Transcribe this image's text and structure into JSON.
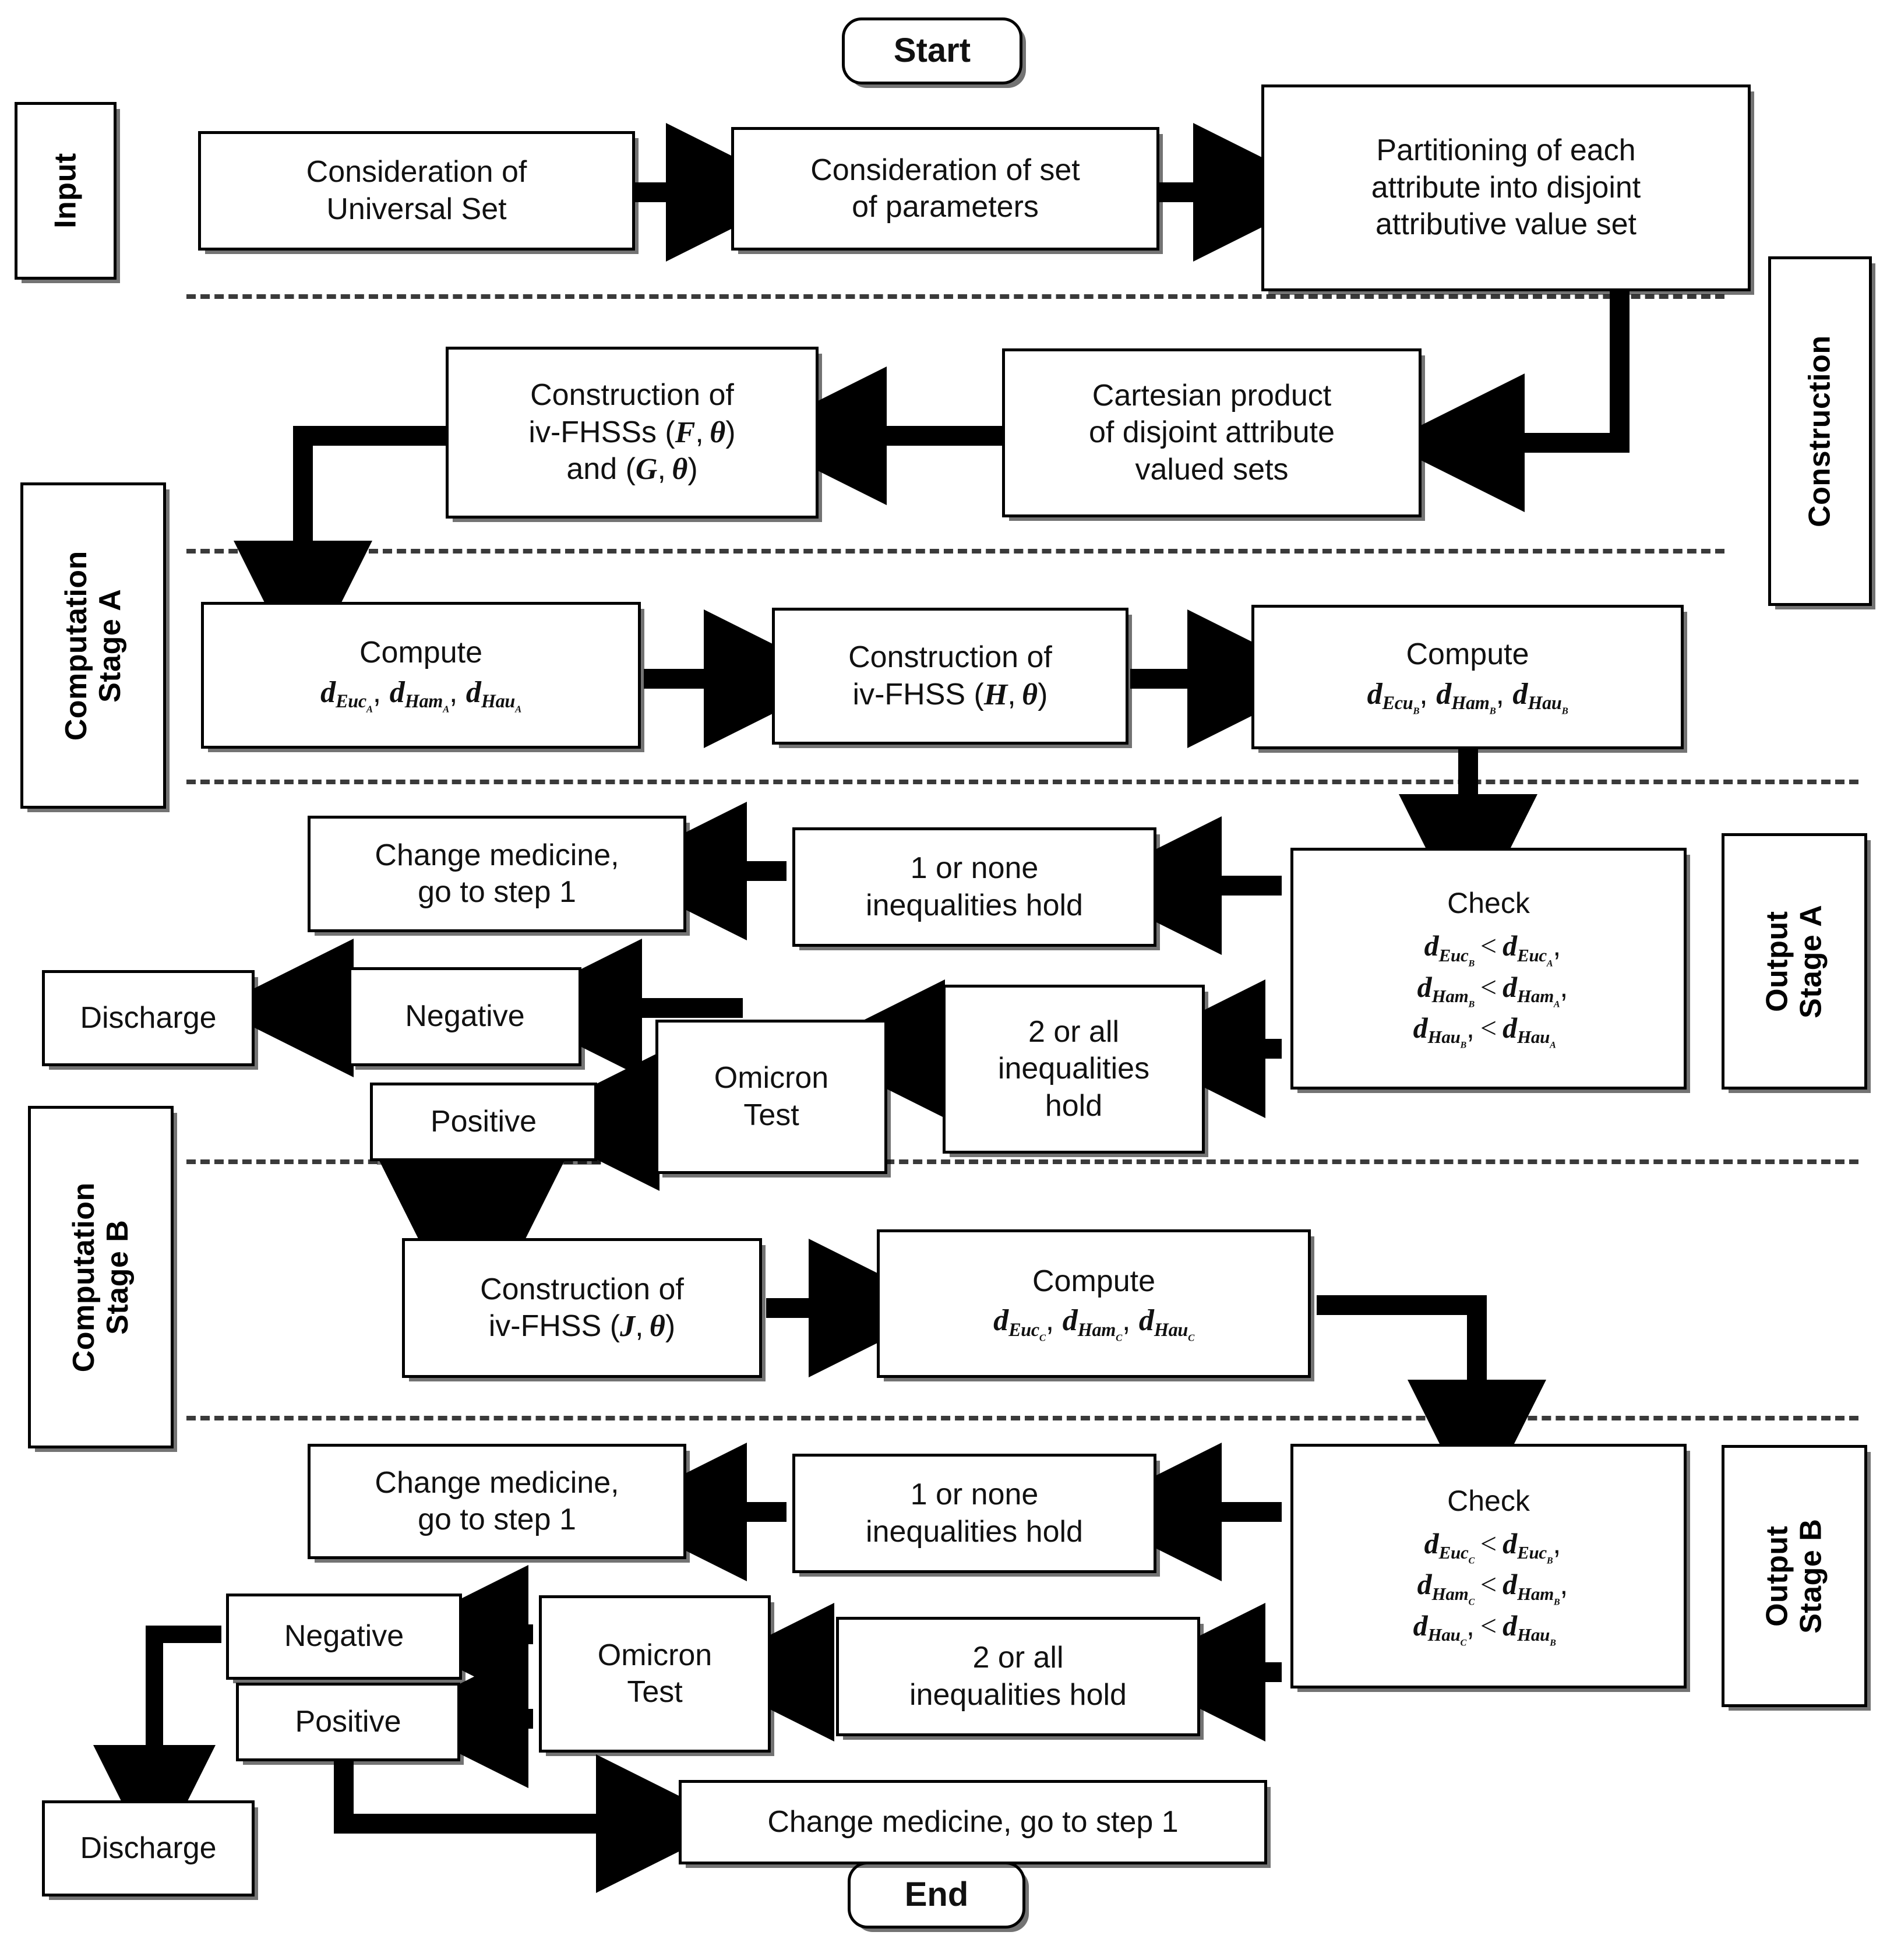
{
  "diagram": {
    "title": "iv-FHSS COVID/Omicron diagnosis decision flowchart",
    "terminators": {
      "start": "Start",
      "end": "End"
    },
    "band_labels": {
      "input": "Input",
      "construction": "Construction",
      "computation_stage_a": "Computation\nStage A",
      "output_stage_a": "Output\nStage A",
      "computation_stage_b": "Computation\nStage B",
      "output_stage_b": "Output\nStage B"
    },
    "nodes": {
      "universal_set": "Consideration of\nUniversal Set",
      "parameters": "Consideration of set\nof parameters",
      "partitioning": "Partitioning of each\nattribute into disjoint\nattributive value set",
      "cartesian": "Cartesian product\nof disjoint attribute\nvalued sets",
      "construct_fg_line1": "Construction of",
      "construct_fg_line2": "iv-FHSSs (F, θ)",
      "construct_fg_line3": "and (G, θ)",
      "compute_a_title": "Compute",
      "compute_a_expr": "d_Euc_A , d_Ham_A , d_Hau_A",
      "construct_h_line1": "Construction of",
      "construct_h_line2": "iv-FHSS (H, θ)",
      "compute_b_title": "Compute",
      "compute_b_expr": "d_Ecu_B , d_Ham_B , d_Hau_B",
      "check_a_title": "Check",
      "check_a_ineq1": "d_Euc_B < d_Euc_A ,",
      "check_a_ineq2": "d_Ham_B < d_Ham_A ,",
      "check_a_ineq3": "d_Hau_B , < d_Hau_A",
      "one_or_none_a": "1 or none\ninequalities hold",
      "change_med_a": "Change medicine,\ngo to step 1",
      "two_or_all_a": "2 or all\ninequalities\nhold",
      "omicron_test_a": "Omicron\nTest",
      "negative_a": "Negative",
      "positive_a": "Positive",
      "discharge_a": "Discharge",
      "construct_j_line1": "Construction of",
      "construct_j_line2": "iv-FHSS (J, θ)",
      "compute_c_title": "Compute",
      "compute_c_expr": "d_Euc_C , d_Ham_C , d_Hau_C",
      "check_b_title": "Check",
      "check_b_ineq1": "d_Euc_C < d_Euc_B ,",
      "check_b_ineq2": "d_Ham_C < d_Ham_B ,",
      "check_b_ineq3": "d_Hau_C , < d_Hau_B",
      "one_or_none_b": "1 or none\ninequalities hold",
      "change_med_b": "Change medicine,\ngo to step 1",
      "two_or_all_b": "2 or all\ninequalities hold",
      "omicron_test_b": "Omicron\nTest",
      "negative_b": "Negative",
      "positive_b": "Positive",
      "discharge_b": "Discharge",
      "change_med_final": "Change medicine, go to step 1"
    },
    "colors": {
      "stroke": "#000000",
      "fill": "#ffffff",
      "separator": "#3a3a3a",
      "text": "#111111"
    }
  }
}
